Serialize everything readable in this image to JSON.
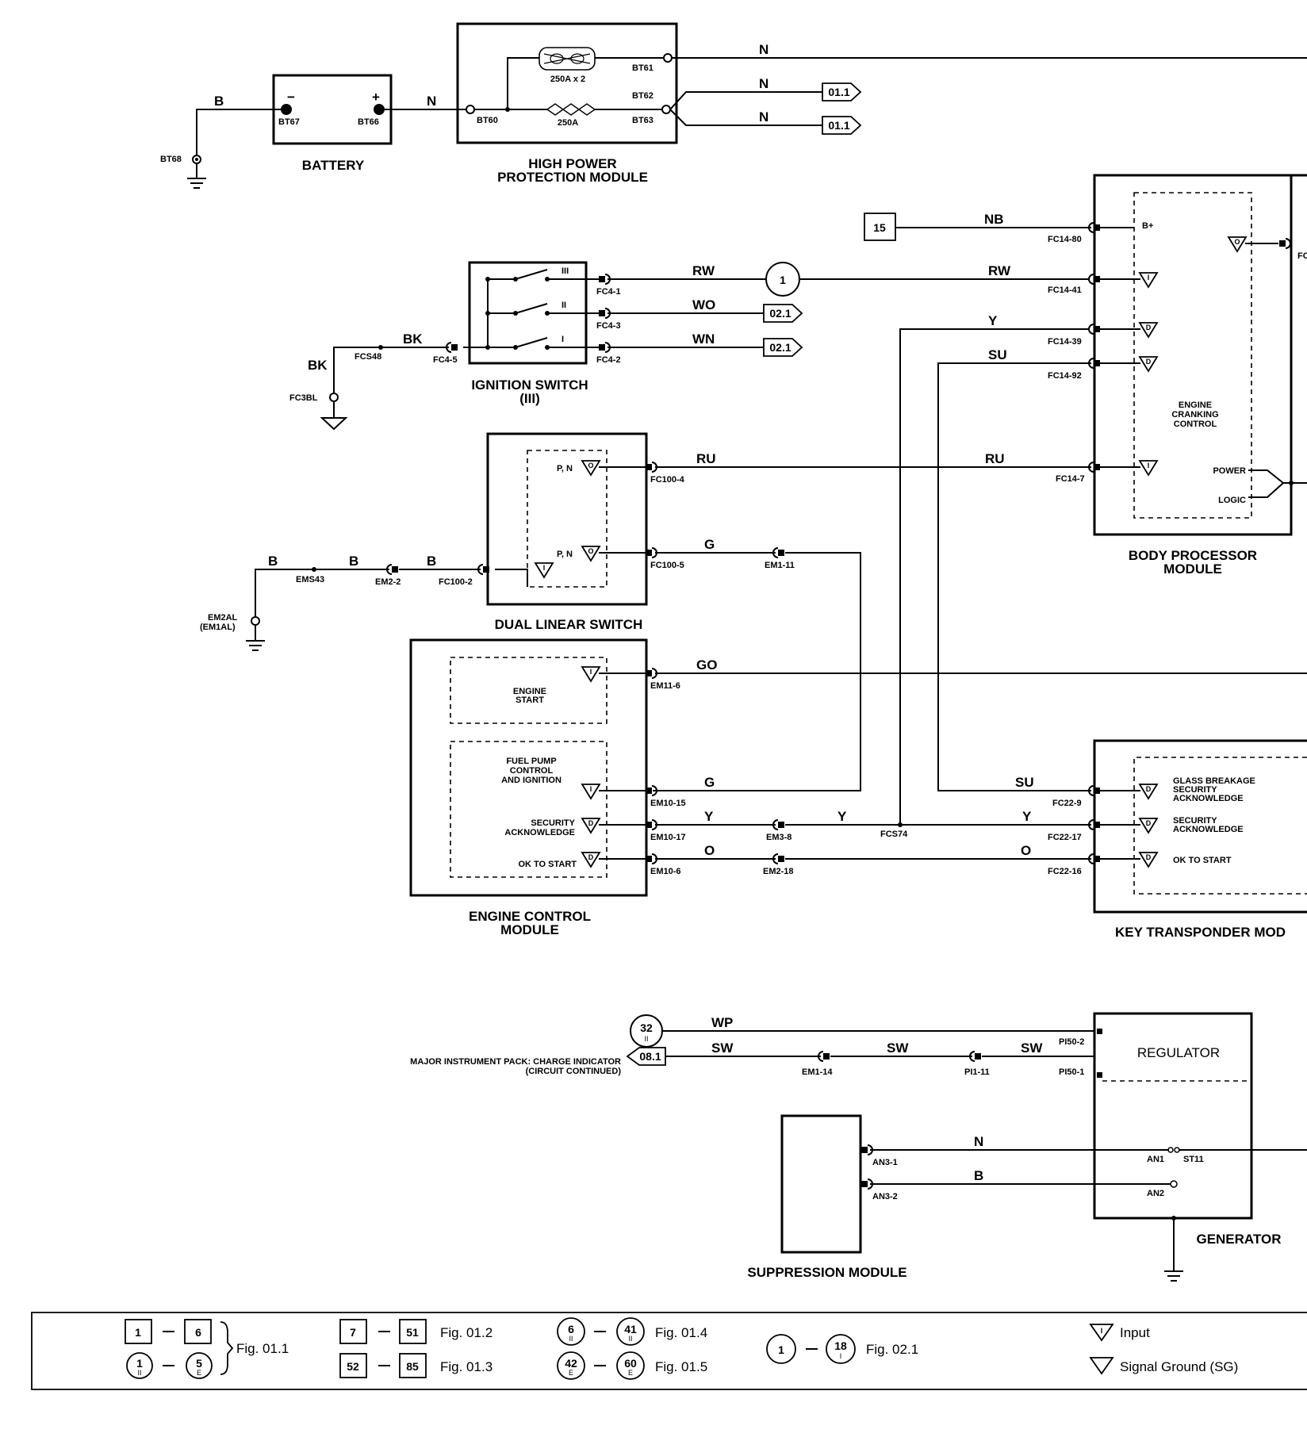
{
  "components": {
    "battery": "BATTERY",
    "hppm": [
      "HIGH POWER",
      "PROTECTION MODULE"
    ],
    "ignition": [
      "IGNITION SWITCH",
      "(III)"
    ],
    "dls": "DUAL LINEAR SWITCH",
    "ecm": [
      "ENGINE CONTROL",
      "MODULE"
    ],
    "bpm": [
      "BODY PROCESSOR",
      "MODULE"
    ],
    "ktm": "KEY TRANSPONDER MOD",
    "generator": "GENERATOR",
    "suppression": "SUPPRESSION MODULE",
    "regulator": "REGULATOR"
  },
  "inner": {
    "engine_start": [
      "ENGINE",
      "START"
    ],
    "fuel_pump": [
      "FUEL PUMP",
      "CONTROL",
      "AND IGNITION"
    ],
    "security_ack": [
      "SECURITY",
      "ACKNOWLEDGE"
    ],
    "ok_to_start": "OK TO START",
    "ecc": [
      "ENGINE",
      "CRANKING",
      "CONTROL"
    ],
    "power": "POWER",
    "logic": "LOGIC",
    "bplus": "B+",
    "glass": [
      "GLASS BREAKAGE",
      "SECURITY",
      "ACKNOWLEDGE"
    ],
    "ktm_security": [
      "SECURITY",
      "ACKNOWLEDGE"
    ],
    "ktm_ok": "OK TO START",
    "pn1": "P, N",
    "pn2": "P, N",
    "fuse1": "250A x 2",
    "fuse2": "250A",
    "pos": "III",
    "pos2": "II",
    "pos1": "I"
  },
  "pins": {
    "bt67": "BT67",
    "bt66": "BT66",
    "bt68": "BT68",
    "bt60": "BT60",
    "bt61": "BT61",
    "bt62": "BT62",
    "bt63": "BT63",
    "fc41": "FC4-1",
    "fc43": "FC4-3",
    "fc42": "FC4-2",
    "fc45": "FC4-5",
    "fcs48": "FCS48",
    "fc3bl": "FC3BL",
    "fc1004": "FC100-4",
    "fc1005": "FC100-5",
    "fc1002": "FC100-2",
    "em111": "EM1-11",
    "ems43": "EMS43",
    "em22": "EM2-2",
    "em2al": "EM2AL",
    "em1al": "(EM1AL)",
    "em116": "EM11-6",
    "em1015": "EM10-15",
    "em1017": "EM10-17",
    "em106": "EM10-6",
    "em38": "EM3-8",
    "em218": "EM2-18",
    "fcs74": "FCS74",
    "fc1480": "FC14-80",
    "fc1441": "FC14-41",
    "fc1439": "FC14-39",
    "fc1492": "FC14-92",
    "fc147": "FC14-7",
    "fc_cut": "FC",
    "fc229": "FC22-9",
    "fc2217": "FC22-17",
    "fc2216": "FC22-16",
    "pi502": "PI50-2",
    "pi501": "PI50-1",
    "em114": "EM1-14",
    "pi111": "PI1-11",
    "an31": "AN3-1",
    "an32": "AN3-2",
    "an1": "AN1",
    "st11": "ST11",
    "an2": "AN2"
  },
  "wires": {
    "b_batt": "B",
    "n_batt": "N",
    "n_top": "N",
    "n_mid": "N",
    "n_low": "N",
    "nb": "NB",
    "rw1": "RW",
    "rw2": "RW",
    "wo": "WO",
    "wn": "WN",
    "bk1": "BK",
    "bk2": "BK",
    "y_bpm": "Y",
    "su_bpm": "SU",
    "ru1": "RU",
    "ru2": "RU",
    "g1": "G",
    "b1": "B",
    "b2": "B",
    "b3": "B",
    "go": "GO",
    "g2": "G",
    "y1": "Y",
    "y2": "Y",
    "y3": "Y",
    "o1": "O",
    "o2": "O",
    "su_ktm": "SU",
    "wp": "WP",
    "sw1": "SW",
    "sw2": "SW",
    "sw3": "SW",
    "n_gen": "N",
    "b_gen": "B"
  },
  "tags": {
    "t011a": "01.1",
    "t011b": "01.1",
    "t021a": "02.1",
    "t021b": "02.1",
    "t081": "08.1",
    "fifteen": "15",
    "circle1": "1",
    "c32": "32",
    "c32sub": "II"
  },
  "symbols": {
    "input": "I",
    "output": "O",
    "digital": "D"
  },
  "notes": {
    "major": "MAJOR INSTRUMENT PACK: CHARGE INDICATOR",
    "cont": "(CIRCUIT CONTINUED)"
  },
  "legend": {
    "a1": "1",
    "a2": "6",
    "a3": "1",
    "a3s": "II",
    "a4": "5",
    "a4s": "E",
    "fig011": "Fig. 01.1",
    "b1": "7",
    "b2": "51",
    "fig012": "Fig. 01.2",
    "b3": "52",
    "b4": "85",
    "fig013": "Fig. 01.3",
    "c1": "6",
    "c1s": "II",
    "c2": "41",
    "c2s": "II",
    "fig014": "Fig. 01.4",
    "c3": "42",
    "c3s": "E",
    "c4": "60",
    "c4s": "E",
    "fig015": "Fig. 01.5",
    "d1": "1",
    "d2": "18",
    "d2s": "I",
    "fig021": "Fig. 02.1",
    "input_sym": "I",
    "input": "Input",
    "sg": "Signal Ground (SG)"
  },
  "colors": {
    "ink": "#000000",
    "paper": "#ffffff"
  }
}
